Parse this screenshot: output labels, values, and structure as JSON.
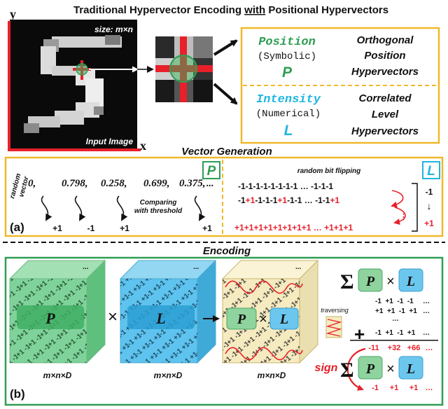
{
  "header": {
    "title": "Traditional Hypervector Encoding with Positional Hypervectors",
    "title_pre": "Traditional Hypervector Encoding ",
    "title_with": "with",
    "title_post": " Positional Hypervectors"
  },
  "image_panel": {
    "y_axis": "y",
    "x_axis": "x",
    "size_label": "size: m×n",
    "input_label": "Input Image"
  },
  "position_box": {
    "name": "Position",
    "kind": "(Symbolic)",
    "letter": "P",
    "desc": [
      "Orthogonal",
      "Position",
      "Hypervectors"
    ]
  },
  "intensity_box": {
    "name": "Intensity",
    "kind": "(Numerical)",
    "letter": "L",
    "desc": [
      "Correlated",
      "Level",
      "Hypervectors"
    ]
  },
  "vector_generation": {
    "title": "Vector Generation",
    "panel_label": "(a)",
    "random_vector_label": [
      "random",
      "vector"
    ],
    "random_values": [
      "0,",
      "0.798,",
      "0.258,",
      "0.699,",
      "0.375,",
      "..."
    ],
    "compare_label": [
      "Comparing",
      "with threshold"
    ],
    "outputs": [
      "+1",
      "-1",
      "+1",
      "+1"
    ],
    "p_badge": "P",
    "l_badge": "L",
    "bit_flip_label": "random bit flipping",
    "row1": "-1-1-1-1-1-1-1-1  …  -1-1-1",
    "row2_parts": [
      {
        "t": "-1",
        "red": false
      },
      {
        "t": "+1",
        "red": true
      },
      {
        "t": "-1-1-1",
        "red": false
      },
      {
        "t": "+1",
        "red": true
      },
      {
        "t": "-1-1",
        "red": false
      },
      {
        "t": "  …  -1-1",
        "red": false
      },
      {
        "t": "+1",
        "red": true
      }
    ],
    "row3": "+1+1+1+1+1+1+1+1  …  +1+1+1",
    "side_top": "-1",
    "side_arrow": "↓",
    "side_bottom": "+1"
  },
  "encoding": {
    "title": "Encoding",
    "panel_label": "(b)",
    "cube_p_letter": "P",
    "cube_l_letter": "L",
    "times": "×",
    "cube_label": "m×n×D",
    "cube_text": "+1 +1 -1 +1",
    "cube_text_l": "-1 +1 +1 -1",
    "dots": "...",
    "traversing": "traversing",
    "sigma": "Σ",
    "sum_rows": [
      "-1  +1  -1  -1",
      "+1  +1  -1  +1",
      "…",
      "-1  +1  -1  +1"
    ],
    "sum_row_dots": "…",
    "plus": "+",
    "result_row": [
      "-11",
      "+32",
      "+66",
      "…"
    ],
    "sign_label": "sign",
    "final_row": [
      "-1",
      "+1",
      "+1",
      "…"
    ]
  },
  "colors": {
    "green": "#2e9e53",
    "cyan": "#20b6e0",
    "gold": "#f0b92c",
    "red": "#e8202a",
    "cube_green": "#7fd39a",
    "cube_blue": "#5ec3ee",
    "cube_yellow": "#f6ebc0"
  }
}
